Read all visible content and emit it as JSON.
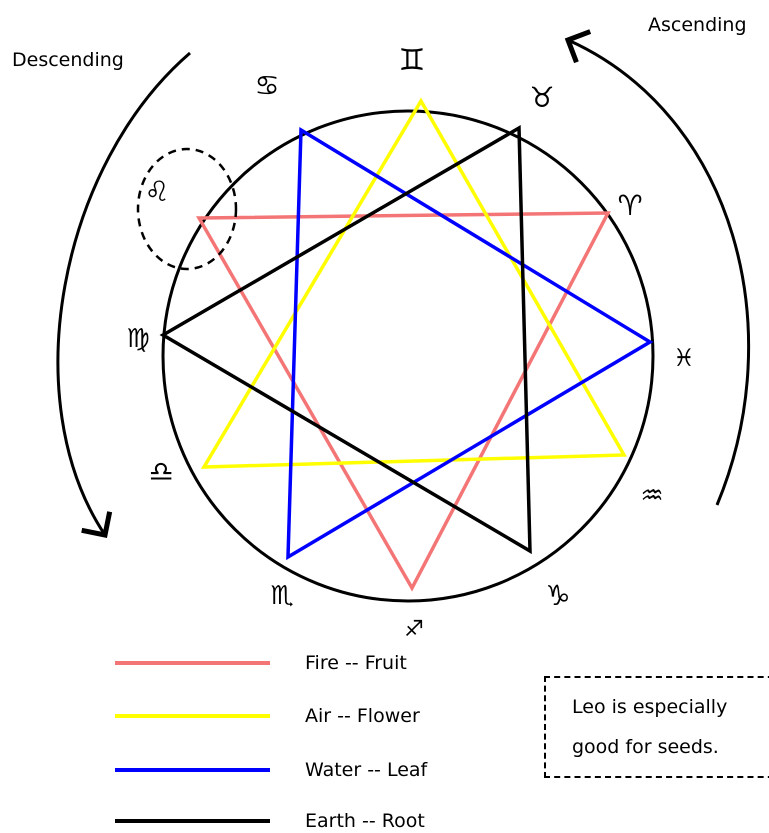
{
  "labels": {
    "descending": "Descending",
    "ascending": "Ascending"
  },
  "zodiac": {
    "gemini": "♊",
    "taurus": "♉",
    "aries": "♈",
    "pisces": "♓",
    "aquarius": "♒",
    "capricorn": "♑",
    "sagittarius": "♐",
    "scorpio": "♏",
    "libra": "♎",
    "virgo": "♍",
    "leo": "♌",
    "cancer": "♋"
  },
  "legend": [
    {
      "label": "Fire -- Fruit",
      "color": "#f47575"
    },
    {
      "label": "Air -- Flower",
      "color": "#ffff00"
    },
    {
      "label": "Water -- Leaf",
      "color": "#0000ff"
    },
    {
      "label": "Earth -- Root",
      "color": "#000000"
    }
  ],
  "note": {
    "line1": "Leo is especially",
    "line2": "good for seeds."
  },
  "colors": {
    "fire": "#f47575",
    "air": "#ffff00",
    "water": "#0000ff",
    "earth": "#000000"
  }
}
